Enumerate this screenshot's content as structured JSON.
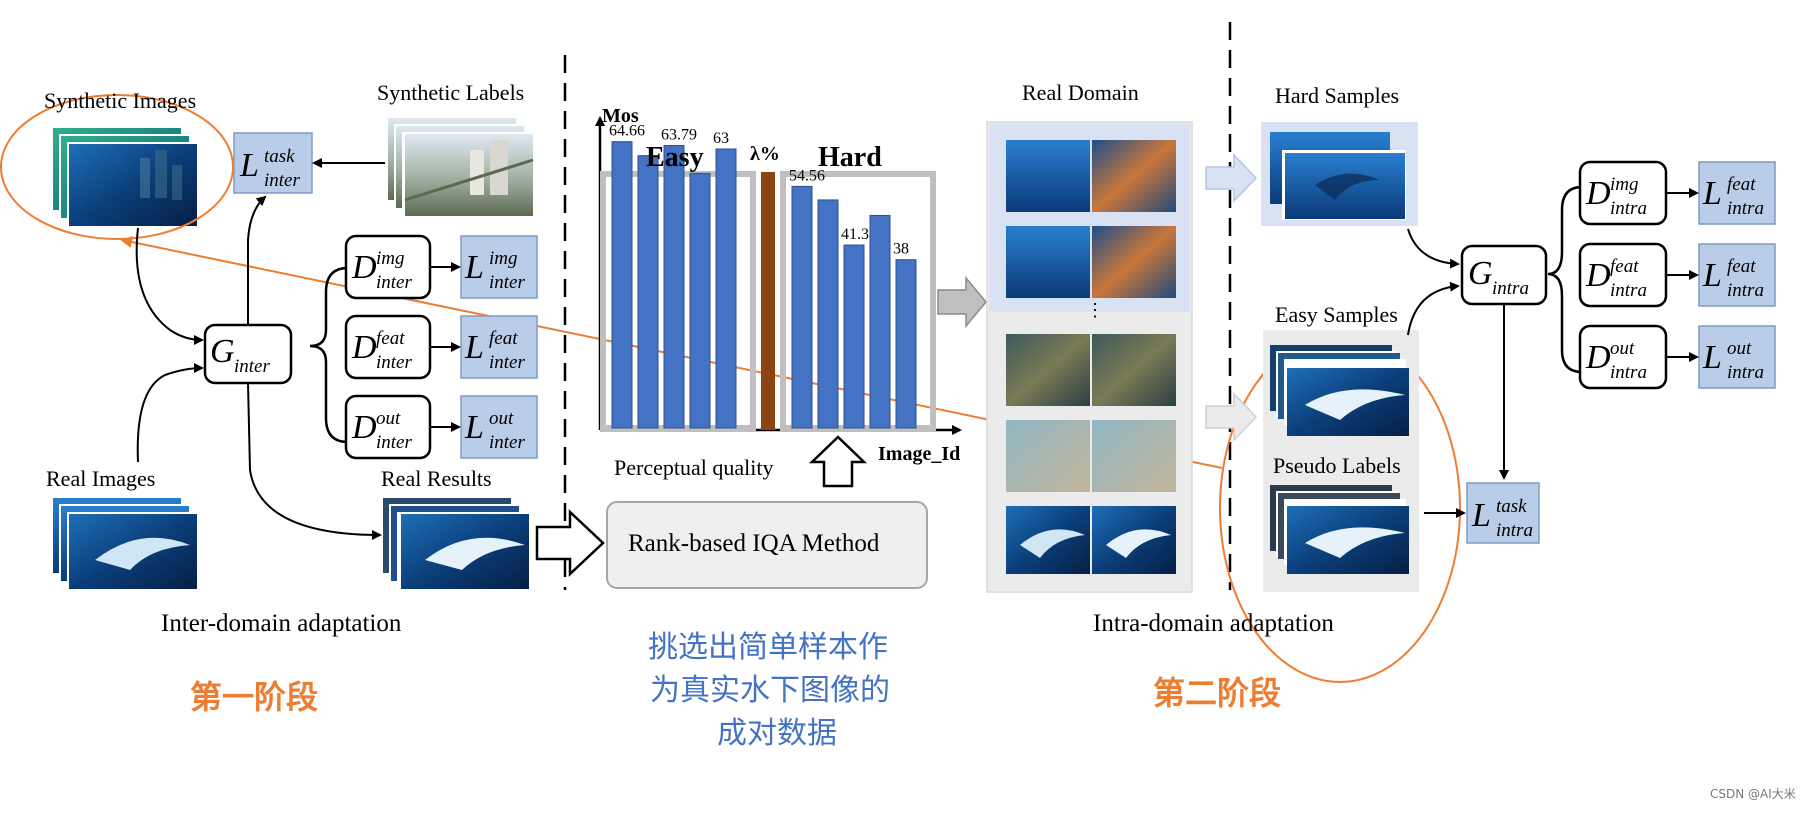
{
  "left": {
    "synthetic_images": "Synthetic Images",
    "synthetic_labels": "Synthetic Labels",
    "real_images": "Real  Images",
    "real_results": "Real  Results",
    "caption": "Inter-domain adaptation",
    "stage_label": "第一阶段"
  },
  "generator_inter": {
    "main": "G",
    "sub": "inter"
  },
  "loss_task_inter": {
    "main": "L",
    "sup": "task",
    "sub": "inter"
  },
  "discriminators_inter": [
    {
      "d_main": "D",
      "d_sup": "img",
      "d_sub": "inter",
      "l_main": "L",
      "l_sup": "img",
      "l_sub": "inter"
    },
    {
      "d_main": "D",
      "d_sup": "feat",
      "d_sub": "inter",
      "l_main": "L",
      "l_sup": "feat",
      "l_sub": "inter"
    },
    {
      "d_main": "D",
      "d_sup": "out",
      "d_sub": "inter",
      "l_main": "L",
      "l_sup": "out",
      "l_sub": "inter"
    }
  ],
  "middle": {
    "perceptual_quality": "Perceptual quality",
    "rank_method": "Rank-based IQA Method",
    "note_lines": [
      "挑选出简单样本作",
      "为真实水下图像的",
      "成对数据"
    ]
  },
  "chart_data": {
    "type": "bar",
    "ylabel": "Mos",
    "xlabel": "Image_Id",
    "groups": [
      {
        "name": "Easy",
        "values": [
          64.66,
          61.5,
          63.79,
          57.5,
          63
        ],
        "labels": [
          "64.66",
          "",
          "63.79",
          "",
          "63"
        ]
      },
      {
        "name": "Hard",
        "values": [
          54.56,
          51.5,
          41.31,
          48,
          38
        ],
        "labels": [
          "54.56",
          "",
          "41.31",
          "",
          "38"
        ]
      }
    ],
    "threshold_label": "λ%",
    "ylim": [
      0,
      70
    ],
    "bar_color": "#4472c4",
    "divider_color": "#8b4513"
  },
  "right": {
    "real_domain": "Real Domain",
    "hard_samples": "Hard Samples",
    "easy_samples": "Easy Samples",
    "pseudo_labels": "Pseudo Labels",
    "caption": "Intra-domain adaptation",
    "stage_label": "第二阶段",
    "ellipsis": "⋮"
  },
  "generator_intra": {
    "main": "G",
    "sub": "intra"
  },
  "loss_task_intra": {
    "main": "L",
    "sup": "task",
    "sub": "intra"
  },
  "discriminators_intra": [
    {
      "d_main": "D",
      "d_sup": "img",
      "d_sub": "intra",
      "l_main": "L",
      "l_sup": "feat",
      "l_sub": "intra"
    },
    {
      "d_main": "D",
      "d_sup": "feat",
      "d_sub": "intra",
      "l_main": "L",
      "l_sup": "feat",
      "l_sub": "intra"
    },
    {
      "d_main": "D",
      "d_sup": "out",
      "d_sub": "intra",
      "l_main": "L",
      "l_sup": "out",
      "l_sub": "intra"
    }
  ],
  "watermark": "CSDN @AI大米",
  "colors": {
    "loss_box": "#b9cde8",
    "orange": "#ed7d31",
    "blue_text": "#4472c4",
    "arrow_gray": "#a6a6a6"
  }
}
